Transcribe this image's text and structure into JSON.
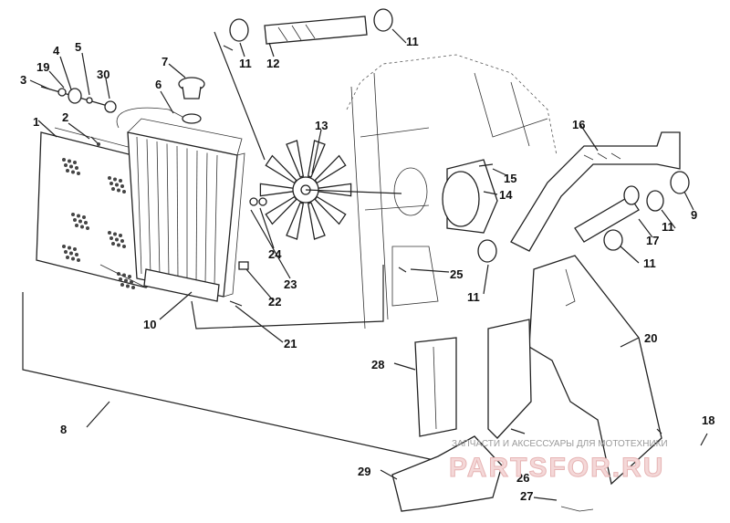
{
  "labels": [
    "1",
    "2",
    "3",
    "4",
    "5",
    "6",
    "7",
    "8",
    "9",
    "10",
    "11",
    "11",
    "11",
    "11",
    "11",
    "12",
    "13",
    "14",
    "15",
    "16",
    "17",
    "18",
    "19",
    "20",
    "21",
    "22",
    "23",
    "24",
    "25",
    "26",
    "27",
    "28",
    "29",
    "30"
  ],
  "watermark": {
    "tagline": "ЗАПЧАСТИ И АКСЕССУАРЫ ДЛЯ МОТОТЕХНИКИ",
    "brand": "PARTSFOR.RU"
  }
}
